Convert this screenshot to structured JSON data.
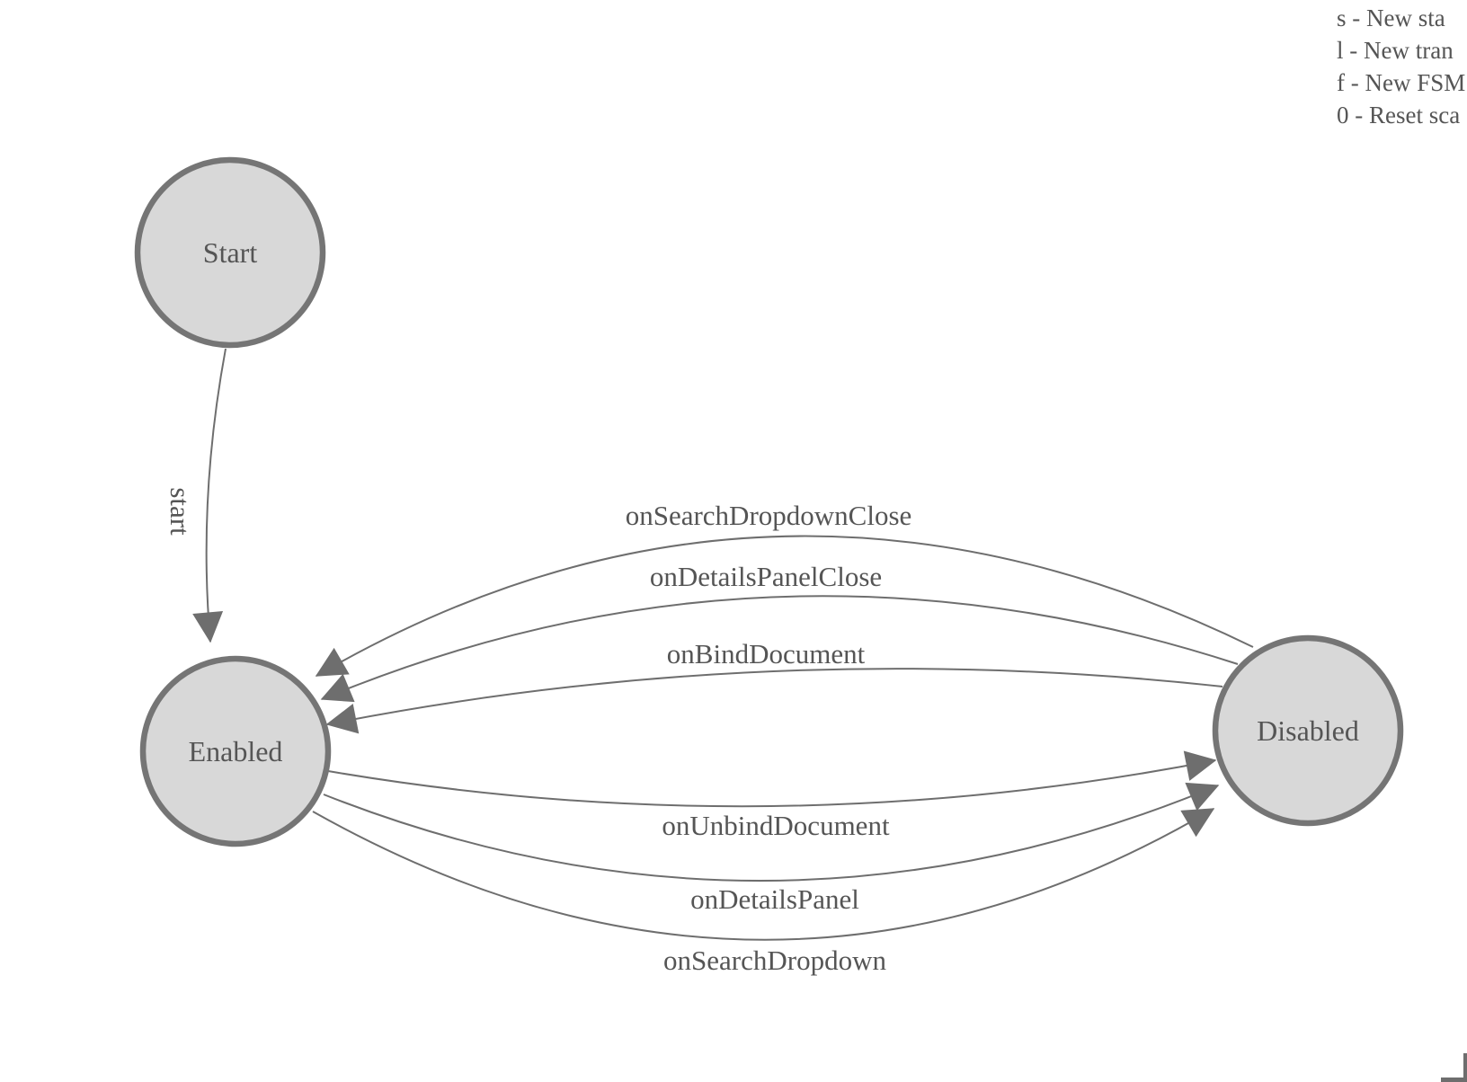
{
  "diagram": {
    "states": [
      {
        "label": "Start"
      },
      {
        "label": "Enabled"
      },
      {
        "label": "Disabled"
      }
    ],
    "transitions": [
      {
        "label": "start",
        "from": "Start",
        "to": "Enabled"
      },
      {
        "label": "onSearchDropdownClose",
        "from": "Disabled",
        "to": "Enabled"
      },
      {
        "label": "onDetailsPanelClose",
        "from": "Disabled",
        "to": "Enabled"
      },
      {
        "label": "onBindDocument",
        "from": "Disabled",
        "to": "Enabled"
      },
      {
        "label": "onUnbindDocument",
        "from": "Enabled",
        "to": "Disabled"
      },
      {
        "label": "onDetailsPanel",
        "from": "Enabled",
        "to": "Disabled"
      },
      {
        "label": "onSearchDropdown",
        "from": "Enabled",
        "to": "Disabled"
      }
    ]
  },
  "legend": {
    "lines": [
      "s - New sta",
      "l - New tran",
      "f - New FSM",
      "0 - Reset sca"
    ]
  },
  "colors": {
    "background": "#ffffff",
    "node_fill": "#d8d8d8",
    "node_stroke": "#757575",
    "edge": "#6e6e6e",
    "arrowhead": "#6e6e6e",
    "text": "#555555"
  }
}
